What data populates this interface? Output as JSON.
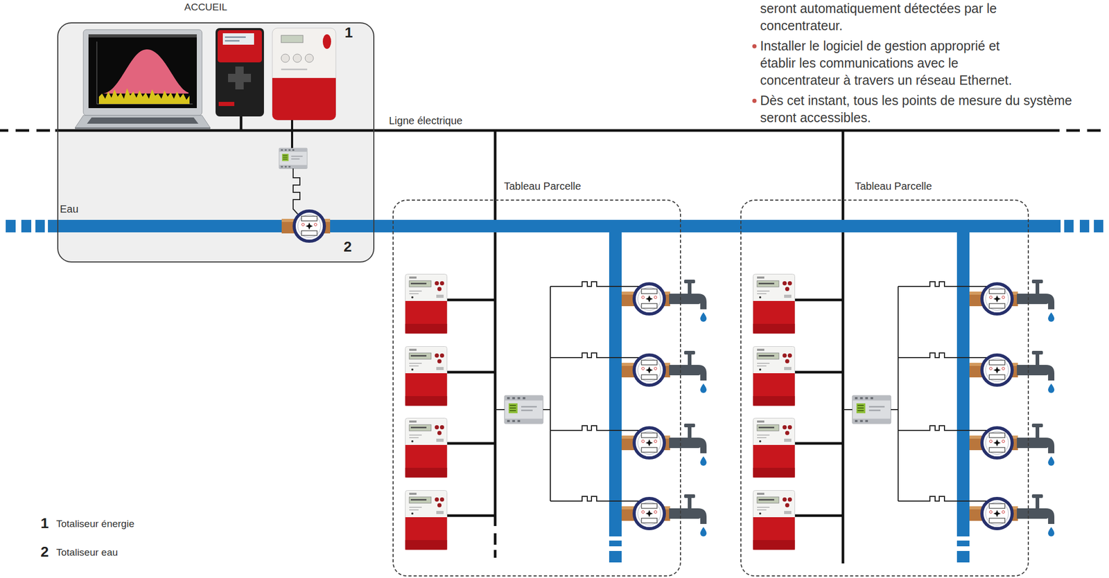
{
  "diagram": {
    "nodes": [
      {
        "text": [
          "ACCUEIL"
        ]
      },
      {
        "text": [
          "Tableau Parcelle"
        ]
      },
      {
        "text": [
          "Tableau Parcelle"
        ]
      }
    ],
    "labels": [
      "seront automatiquement détectées par le concentrateur.",
      "Installer le logiciel de gestion approprié et établir les communications avec le concentrateur à travers un réseau Ethernet.",
      "Dès cet instant, tous les points de mesure du système seront accessibles.",
      "Ligne électrique",
      "Eau",
      "1",
      "2",
      "1",
      "Totaliseur énergie",
      "2",
      "Totaliseur eau"
    ]
  }
}
